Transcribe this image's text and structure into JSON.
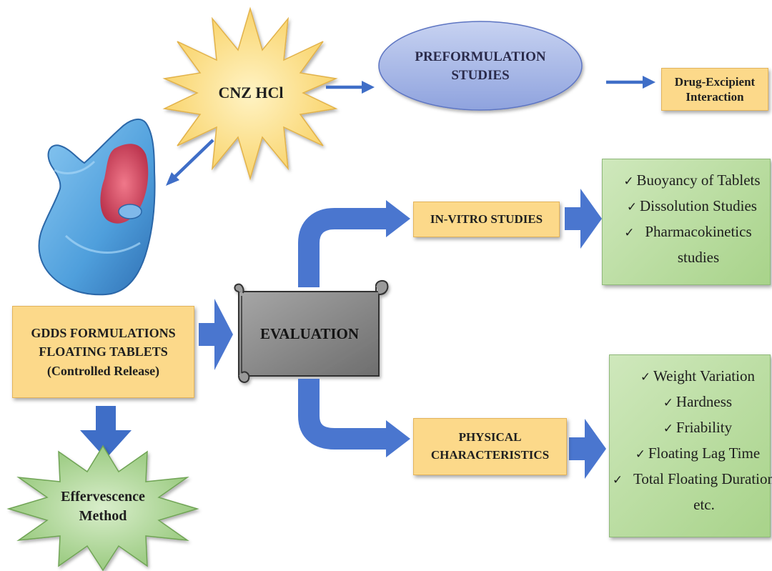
{
  "nodes": {
    "drug": "CNZ HCl",
    "preformulation": [
      "PREFORMULATION",
      "STUDIES"
    ],
    "interaction": [
      "Drug-Excipient",
      "Interaction"
    ],
    "gdds": [
      "GDDS FORMULATIONS",
      "FLOATING TABLETS",
      "(Controlled Release)"
    ],
    "effervescence": [
      "Effervescence",
      "Method"
    ],
    "evaluation": "EVALUATION",
    "invitro": "IN-VITRO STUDIES",
    "physical": [
      "PHYSICAL",
      "CHARACTERISTICS"
    ]
  },
  "invitro_list": [
    "Buoyancy of Tablets",
    "Dissolution Studies",
    "Pharmacokinetics studies"
  ],
  "physical_list": [
    "Weight Variation",
    "Hardness",
    "Friability",
    "Floating Lag Time",
    "Total Floating Duration etc."
  ],
  "check_glyph": "✓",
  "colors": {
    "orange_box": "#fcd98a",
    "green_box": "#b8dc9c",
    "ellipse": "#a9b8e6",
    "star_yellow": "#fbd772",
    "star_green": "#a4d08a",
    "arrow_blue": "#3f6ec7",
    "scroll_gray": "#8c8c8c",
    "stomach_blue": "#5aa9e6"
  },
  "icons": [
    "stomach-illustration",
    "scroll-shape",
    "starburst-shape"
  ]
}
